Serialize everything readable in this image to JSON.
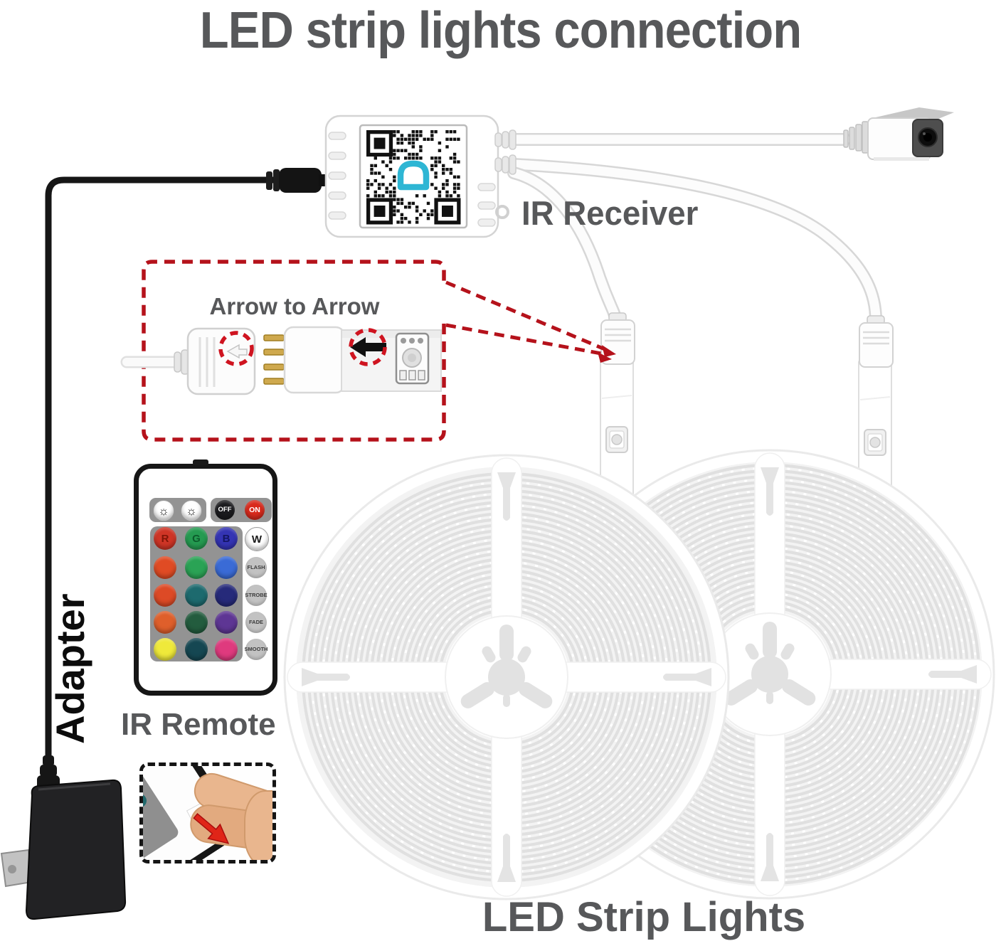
{
  "page": {
    "title": "LED strip lights connection"
  },
  "labels": {
    "ir_receiver": "IR Receiver",
    "arrow_to_arrow": "Arrow to  Arrow",
    "adapter": "Adapter",
    "ir_remote": "IR Remote",
    "led_strip_lights": "LED Strip Lights"
  },
  "colors": {
    "label_gray": "#57585a",
    "accent_red": "#b5121b",
    "logo_teal": "#2eb6d4",
    "remote_panel_gray": "#939393"
  },
  "remote": {
    "power_buttons": [
      {
        "name": "brightness-up-button",
        "icon": "brightness-up-icon",
        "glyph": "☼",
        "label": "",
        "bg": "#ffffff",
        "fg": "#222222"
      },
      {
        "name": "brightness-down-button",
        "icon": "brightness-down-icon",
        "glyph": "☼",
        "label": "",
        "bg": "#ffffff",
        "fg": "#222222"
      },
      {
        "name": "off-button",
        "label": "OFF",
        "bg": "#1b1b1e",
        "fg": "#ffffff"
      },
      {
        "name": "on-button",
        "label": "ON",
        "bg": "#d92a1c",
        "fg": "#ffffff"
      }
    ],
    "rows": [
      {
        "colors": [
          {
            "label": "R",
            "bg": "#cf3526",
            "fg": "#801507"
          },
          {
            "label": "G",
            "bg": "#259b51",
            "fg": "#0c5c2c"
          },
          {
            "label": "B",
            "bg": "#3434b4",
            "fg": "#131563"
          }
        ],
        "mode": {
          "label": "W",
          "bg": "#ffffff",
          "fg": "#1c1c1c",
          "type": "white"
        }
      },
      {
        "colors": [
          {
            "label": "",
            "bg": "#e04b24"
          },
          {
            "label": "",
            "bg": "#2aa355"
          },
          {
            "label": "",
            "bg": "#3a6bd6"
          }
        ],
        "mode": {
          "label": "FLASH",
          "bg": "#c2c2c2",
          "fg": "#3c3c3c",
          "type": "mode"
        }
      },
      {
        "colors": [
          {
            "label": "",
            "bg": "#dd4a26"
          },
          {
            "label": "",
            "bg": "#1d6a6e"
          },
          {
            "label": "",
            "bg": "#262a7a"
          }
        ],
        "mode": {
          "label": "STROBE",
          "bg": "#c2c2c2",
          "fg": "#3c3c3c",
          "type": "mode"
        }
      },
      {
        "colors": [
          {
            "label": "",
            "bg": "#df5f2b"
          },
          {
            "label": "",
            "bg": "#235c3e"
          },
          {
            "label": "",
            "bg": "#5e3694"
          }
        ],
        "mode": {
          "label": "FADE",
          "bg": "#c2c2c2",
          "fg": "#3c3c3c",
          "type": "mode"
        }
      },
      {
        "colors": [
          {
            "label": "",
            "bg": "#efe93a"
          },
          {
            "label": "",
            "bg": "#154752"
          },
          {
            "label": "",
            "bg": "#df3a7e"
          }
        ],
        "mode": {
          "label": "SMOOTH",
          "bg": "#c2c2c2",
          "fg": "#3c3c3c",
          "type": "mode"
        }
      }
    ]
  },
  "inset_dots": [
    "#b23a2a",
    "#5b2d8c",
    "#1c5f63",
    "#dc3a7c",
    "#236a6e",
    "#2f5fc5",
    "#ece83b"
  ]
}
